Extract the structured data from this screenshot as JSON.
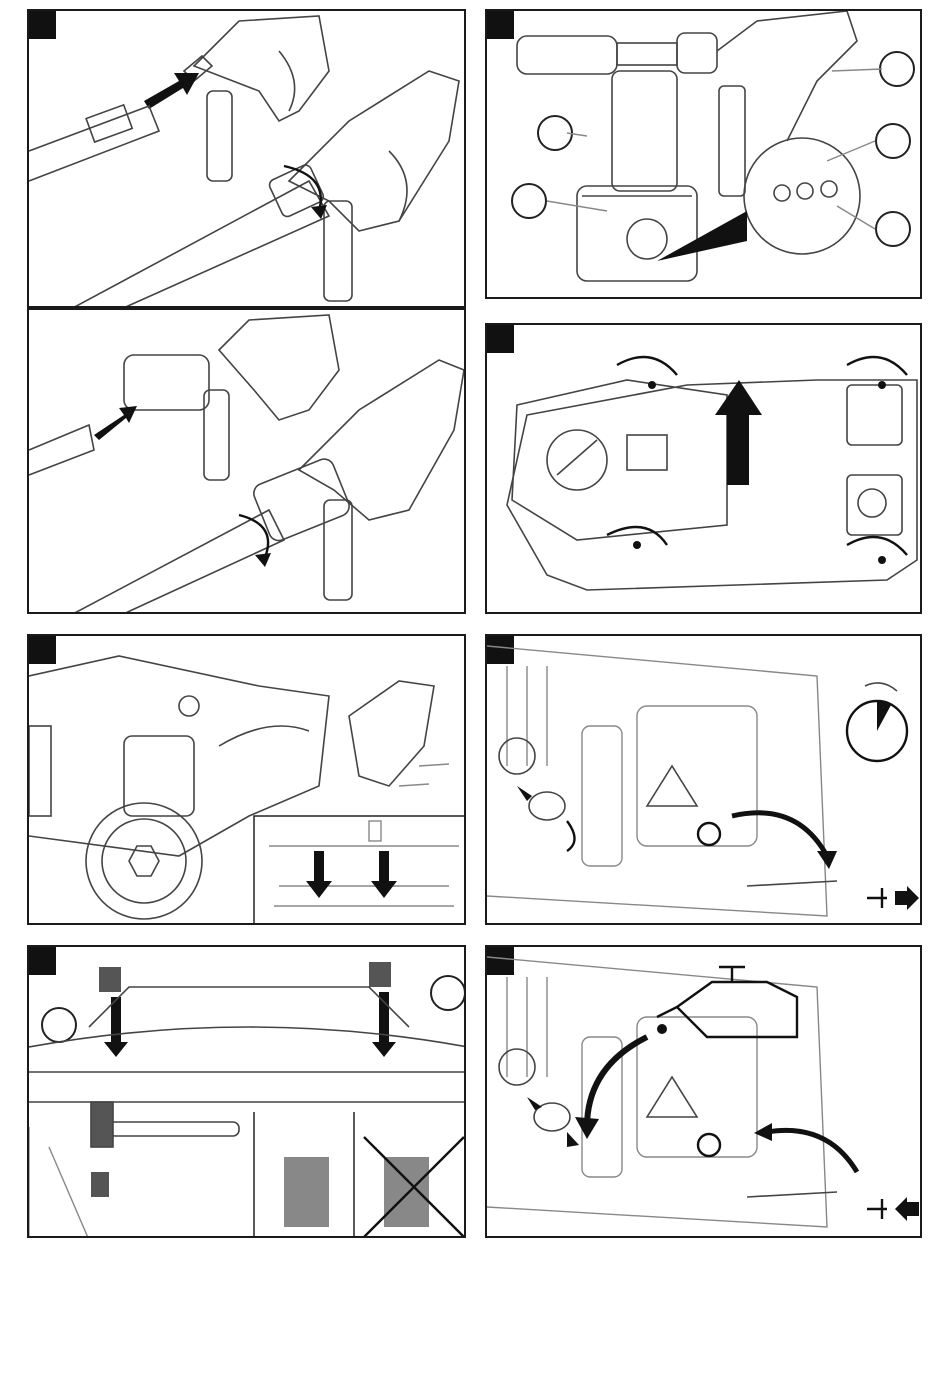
{
  "document": {
    "kind": "assembly-and-maintenance-illustration-sheet",
    "panels": [
      {
        "id": "panel-1",
        "icons": [
          "trigger-gun-icon",
          "lance-icon",
          "arrow-icon",
          "rotate-arrow-icon"
        ]
      },
      {
        "id": "panel-2",
        "icons": [
          "foam-bottle-icon",
          "nozzle-icon",
          "trigger-gun-icon",
          "callout-circle-icon"
        ]
      },
      {
        "id": "panel-3",
        "icons": [
          "trigger-gun-icon",
          "lance-icon",
          "arrow-icon",
          "rotate-arrow-icon"
        ]
      },
      {
        "id": "panel-4",
        "icons": [
          "control-panel-icon",
          "dial-icon",
          "rotate-arrow-icon",
          "up-arrow-icon"
        ]
      },
      {
        "id": "panel-5",
        "icons": [
          "pressure-washer-icon",
          "wheel-icon",
          "screw-icon",
          "bracket-icon"
        ]
      },
      {
        "id": "panel-6",
        "icons": [
          "motor-housing-icon",
          "warning-triangle-icon",
          "timer-icon",
          "screw-icon"
        ]
      },
      {
        "id": "panel-7",
        "icons": [
          "clip-icon",
          "hammer-icon",
          "cross-out-icon"
        ]
      },
      {
        "id": "panel-8",
        "icons": [
          "oil-can-icon",
          "motor-housing-icon",
          "warning-triangle-icon",
          "screw-icon"
        ]
      }
    ],
    "colors": {
      "ink": "#111111",
      "line": "#444444",
      "faded": "#888888",
      "paper": "#ffffff"
    }
  }
}
